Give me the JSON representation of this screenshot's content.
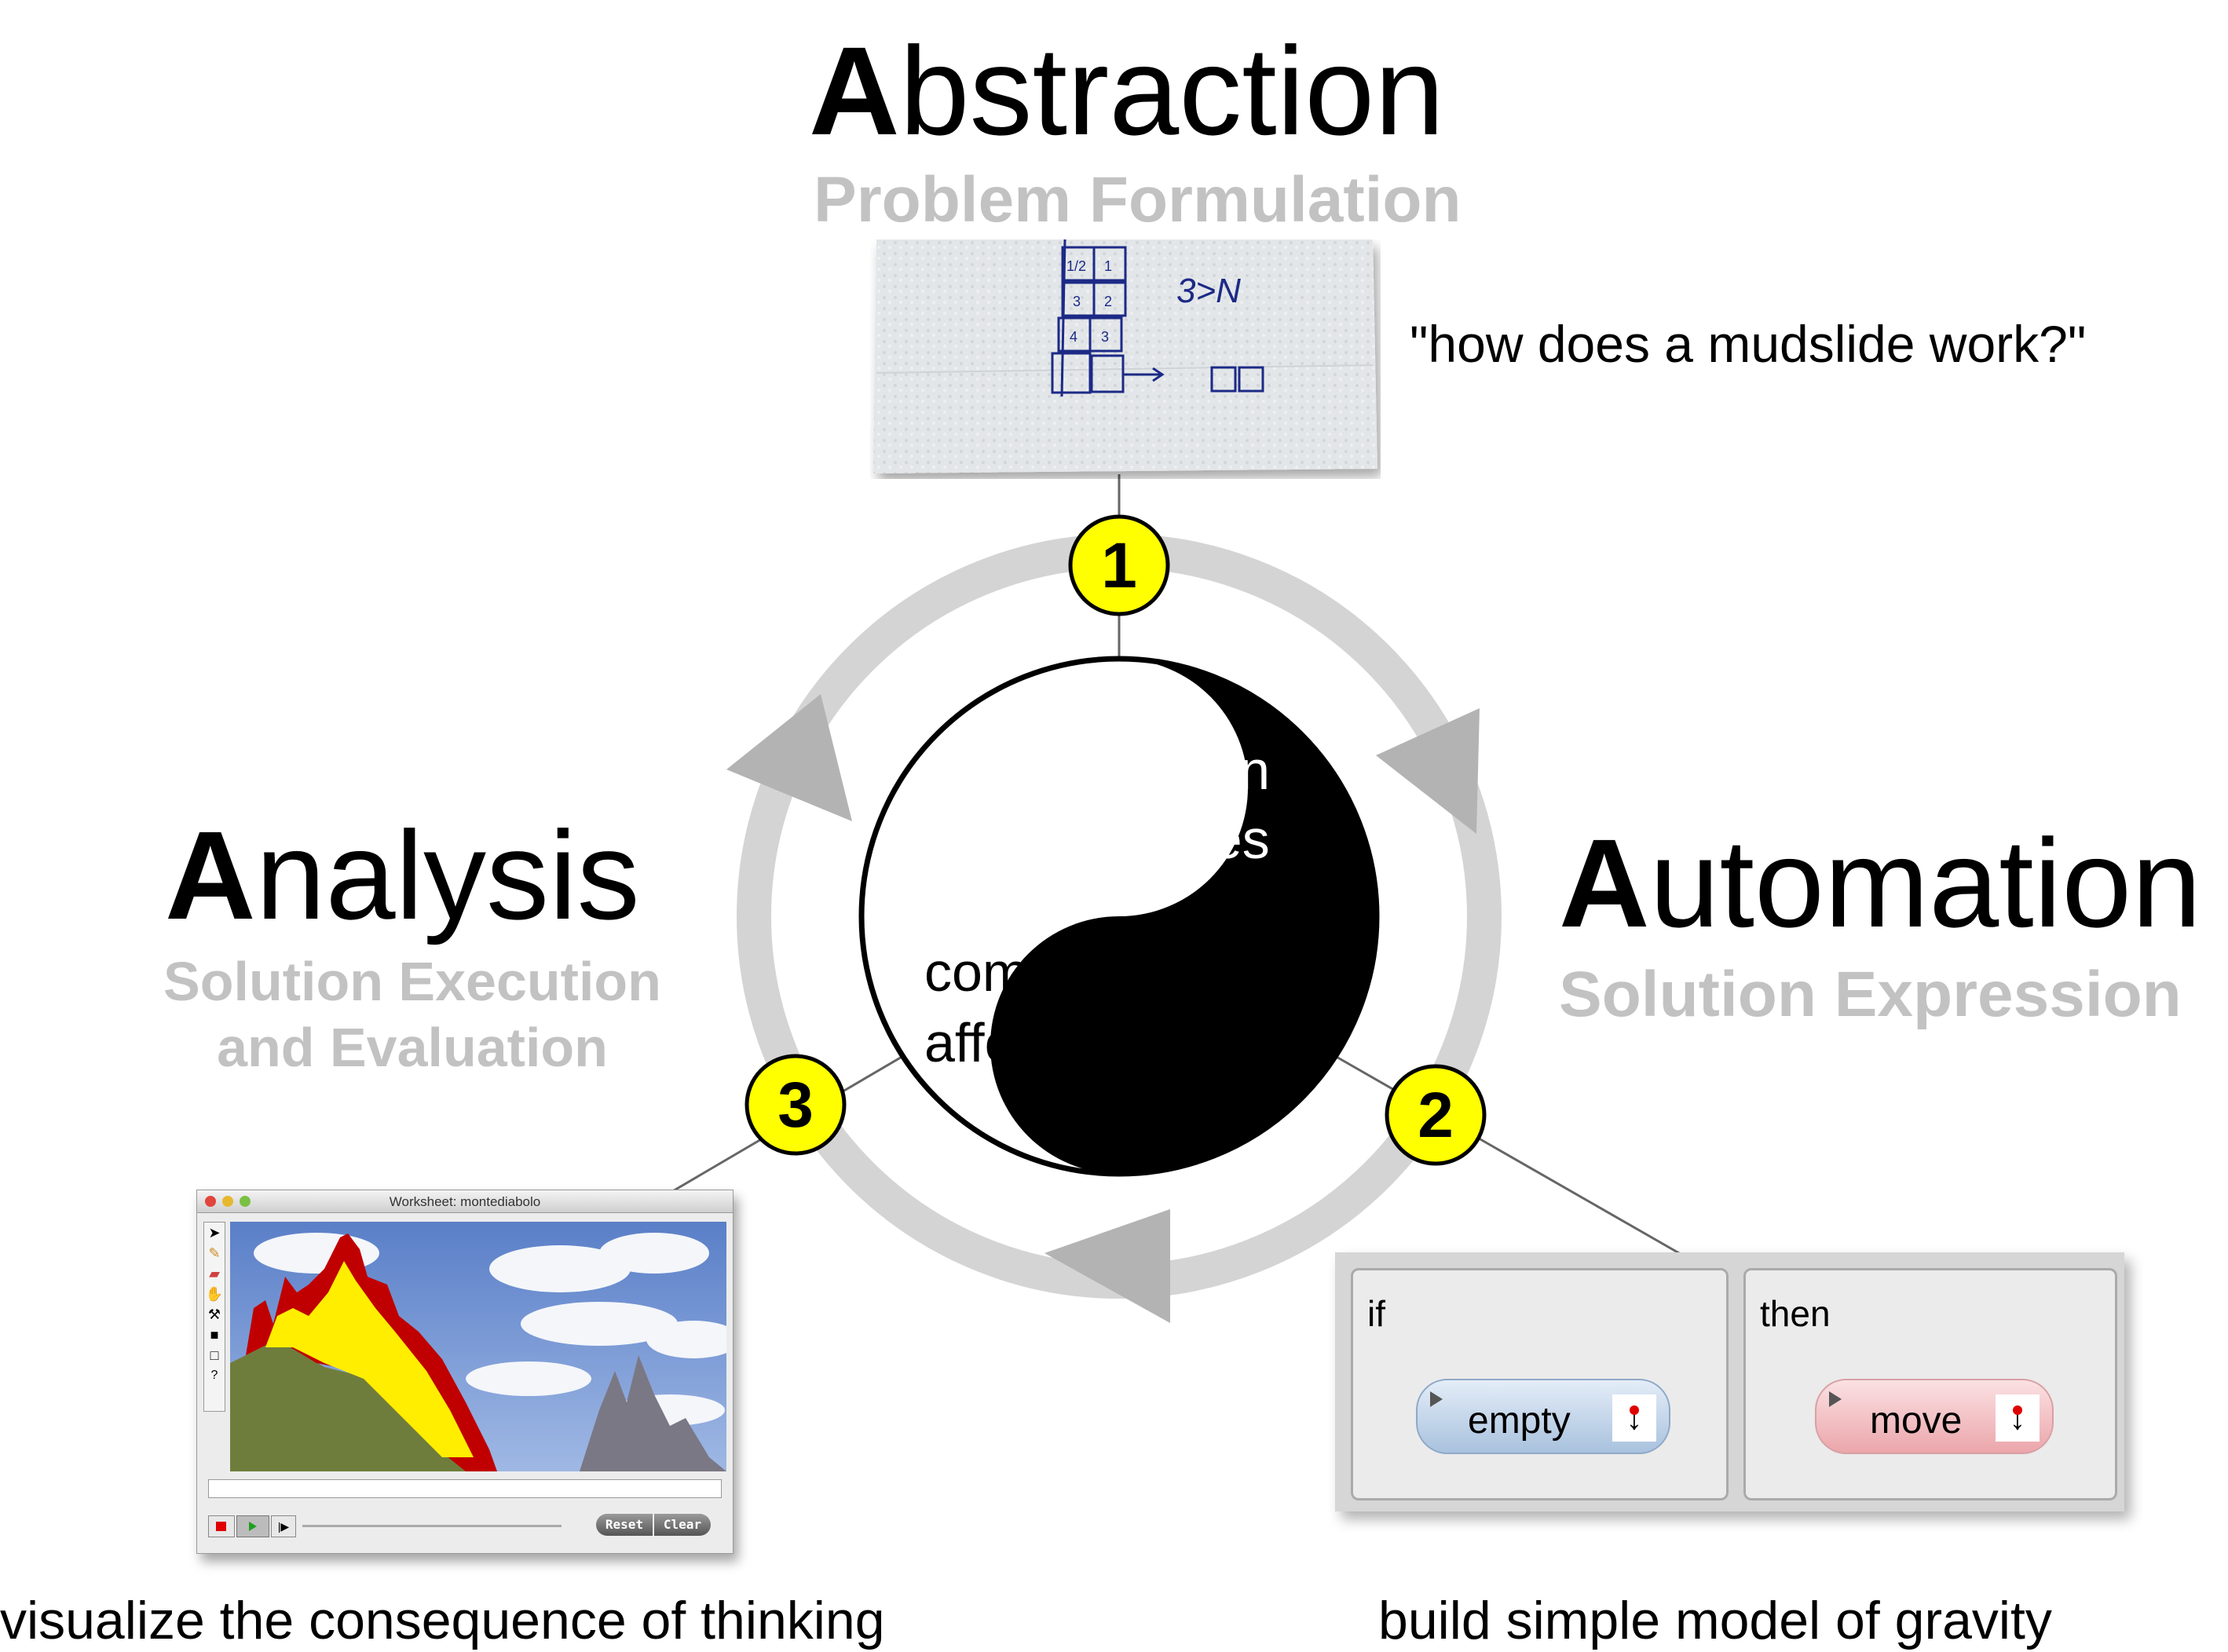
{
  "phases": {
    "abstraction": {
      "initial": "A",
      "rest": "bstraction",
      "subtitle": "Problem Formulation"
    },
    "automation": {
      "initial": "A",
      "rest": "utomation",
      "subtitle": "Solution Expression"
    },
    "analysis": {
      "initial": "A",
      "rest": "nalysis",
      "subtitle_line1": "Solution Execution",
      "subtitle_line2": "and Evaluation"
    }
  },
  "quote": "\"how does a mudslide work?\"",
  "center": {
    "human_line1": "human",
    "human_line2": "abilities",
    "computer_line1": "computer",
    "computer_line2": "affordances"
  },
  "markers": {
    "m1": "1",
    "m2": "2",
    "m3": "3"
  },
  "napkin": {
    "note1": "3>N",
    "note2": "DD",
    "grid_labels": [
      "1/2",
      "1",
      "3",
      "2",
      "4",
      "3"
    ]
  },
  "worksheet": {
    "title": "Worksheet: montediabolo",
    "reset_label": "Reset",
    "clear_label": "Clear"
  },
  "rule": {
    "if_label": "if",
    "then_label": "then",
    "condition": "empty",
    "action": "move"
  },
  "captions": {
    "left": "visualize the consequence of thinking",
    "right": "build simple model of gravity"
  },
  "colors": {
    "marker": "#ffff00",
    "ring": "#d4d4d4",
    "arrow": "#b3b3b3",
    "subtitle": "#c2c2c2"
  }
}
